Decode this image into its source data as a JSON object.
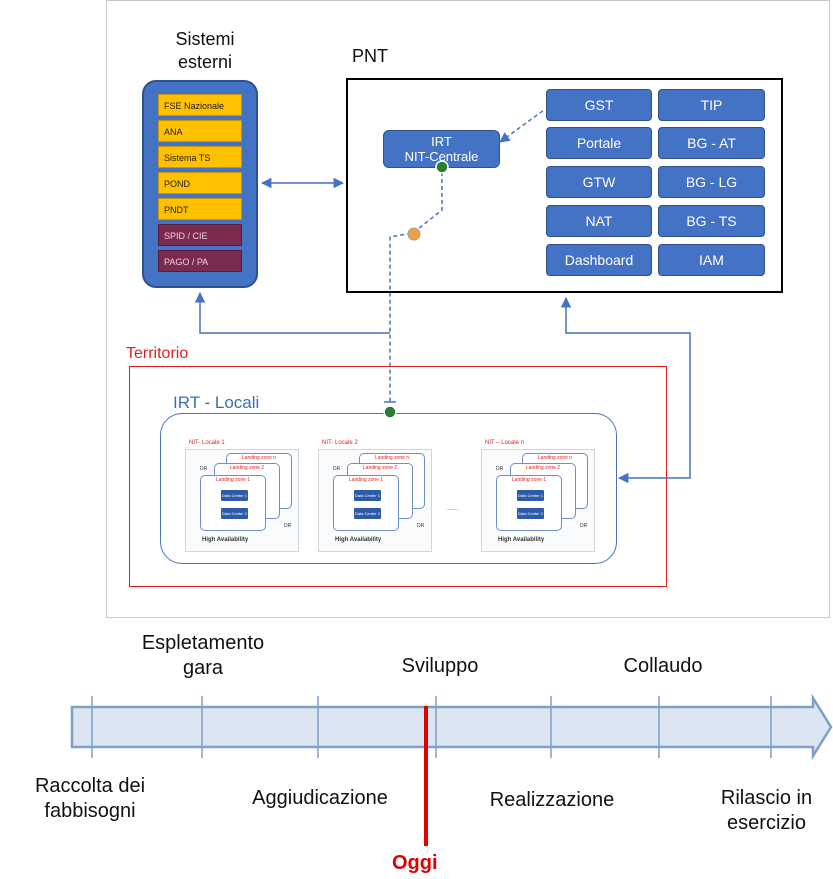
{
  "external": {
    "title_line1": "Sistemi",
    "title_line2": "esterni",
    "items": [
      {
        "label": "FSE Nazionale",
        "style": "yellow"
      },
      {
        "label": "ANA",
        "style": "yellow"
      },
      {
        "label": "Sistema TS",
        "style": "yellow"
      },
      {
        "label": "POND",
        "style": "yellow"
      },
      {
        "label": "PNDT",
        "style": "yellow"
      },
      {
        "label": "SPID / CIE",
        "style": "purple"
      },
      {
        "label": "PAGO / PA",
        "style": "purple"
      }
    ]
  },
  "pnt": {
    "title": "PNT",
    "irt_line1": "IRT",
    "irt_line2": "NIT-Centrale",
    "services_left": [
      "GST",
      "Portale",
      "GTW",
      "NAT",
      "Dashboard"
    ],
    "services_right": [
      "TIP",
      "BG - AT",
      "BG - LG",
      "BG - TS",
      "IAM"
    ]
  },
  "territorio": {
    "title": "Territorio",
    "locali_title": "IRT - Locali",
    "ellipsis": "......",
    "clusters": [
      {
        "title": "NIT- Locale 1",
        "zones": [
          "Landing zone n",
          "Landing zone 2",
          "Landing zone 1"
        ],
        "dc1": "Data Center 1",
        "dc2": "Data Center 2",
        "ha": "High Availability",
        "dr": "DR"
      },
      {
        "title": "NIT- Locale 2",
        "zones": [
          "Landing zone n",
          "Landing zone 2",
          "Landing zone 1"
        ],
        "dc1": "Data Center 1",
        "dc2": "Data Center 2",
        "ha": "High Availability",
        "dr": "DR"
      },
      {
        "title": "NIT – Locale n",
        "zones": [
          "Landing zone n",
          "Landing zone 2",
          "Landing zone 1"
        ],
        "dc1": "Data Center 1",
        "dc2": "Data Center 2",
        "ha": "High Availability",
        "dr": "DR"
      }
    ]
  },
  "timeline": {
    "top_labels": [
      {
        "line1": "Espletamento",
        "line2": "gara"
      },
      {
        "line1": "Sviluppo",
        "line2": ""
      },
      {
        "line1": "Collaudo",
        "line2": ""
      }
    ],
    "bottom_labels": [
      {
        "line1": "Raccolta dei",
        "line2": "fabbisogni"
      },
      {
        "line1": "Aggiudicazione",
        "line2": ""
      },
      {
        "line1": "Realizzazione",
        "line2": ""
      },
      {
        "line1": "Rilascio in",
        "line2": "esercizio"
      }
    ],
    "today": "Oggi",
    "colors": {
      "arrow_fill": "#dce6f2",
      "arrow_stroke": "#7f9fc6",
      "today": "#e00000"
    }
  }
}
